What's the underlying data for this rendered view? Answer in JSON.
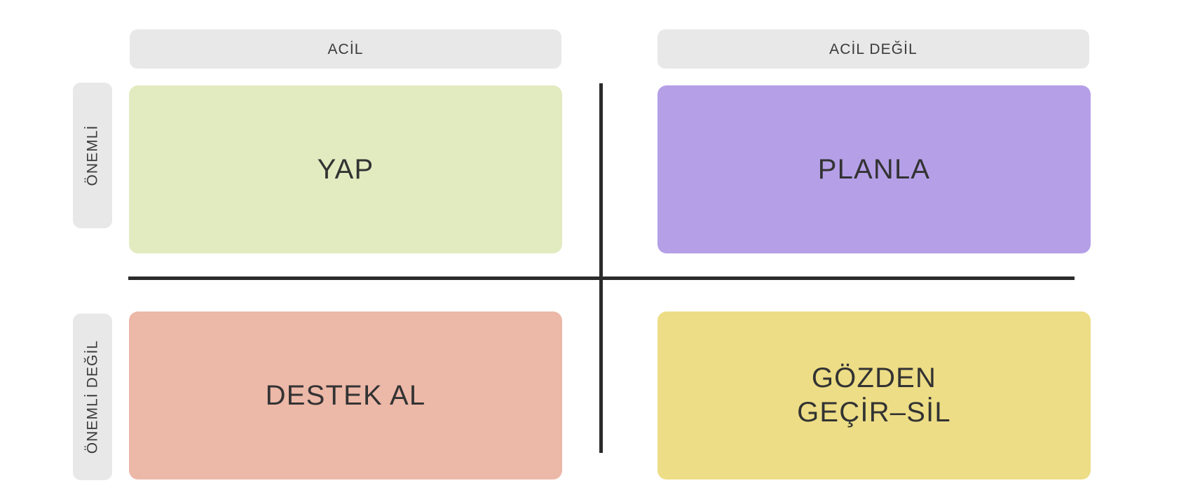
{
  "matrix": {
    "columns": [
      {
        "key": "urgent",
        "label": "ACİL"
      },
      {
        "key": "not_urgent",
        "label": "ACİL DEĞİL"
      }
    ],
    "rows": [
      {
        "key": "important",
        "label": "ÖNEMLİ"
      },
      {
        "key": "not_important",
        "label": "ÖNEMLİ DEĞİL"
      }
    ],
    "quadrants": [
      {
        "key": "do",
        "label": "YAP",
        "row": "ÖNEMLİ",
        "column": "ACİL",
        "color": "#e2ebc0"
      },
      {
        "key": "plan",
        "label": "PLANLA",
        "row": "ÖNEMLİ",
        "column": "ACİL DEĞİL",
        "color": "#b5a0e8"
      },
      {
        "key": "delegate",
        "label": "DESTEK AL",
        "row": "ÖNEMLİ DEĞİL",
        "column": "ACİL",
        "color": "#ecb8a8"
      },
      {
        "key": "delete",
        "label": "GÖZDEN\nGEÇİR–SİL",
        "row": "ÖNEMLİ DEĞİL",
        "column": "ACİL DEĞİL",
        "color": "#eddd86"
      }
    ],
    "colors": {
      "header_pill": "#e8e8e8",
      "divider": "#2b2b2b",
      "text": "#333333",
      "background": "#ffffff"
    }
  }
}
